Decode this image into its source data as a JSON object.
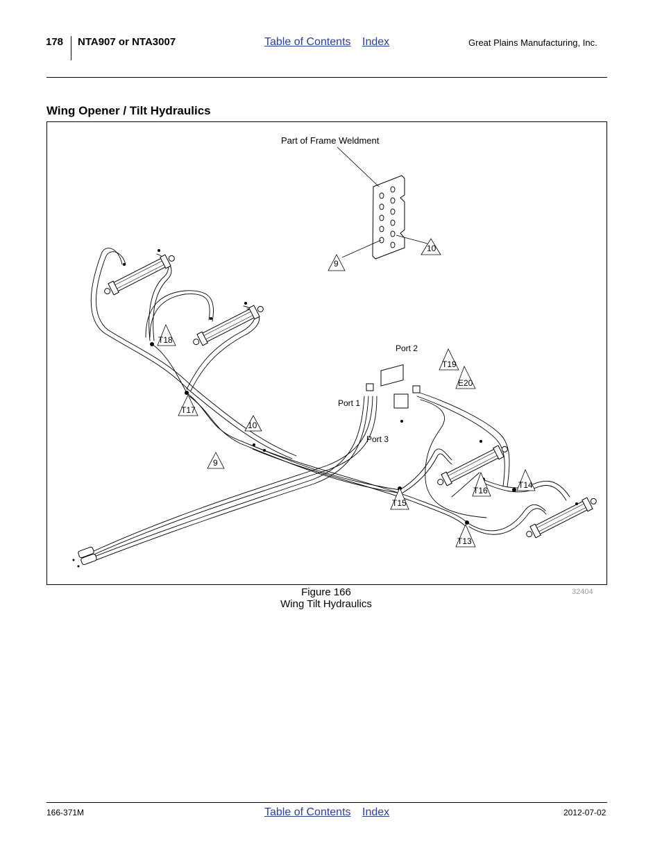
{
  "header": {
    "page_number": "178",
    "model": "NTA907 or NTA3007",
    "toc_link": "Table of Contents",
    "index_link": "Index",
    "company": "Great Plains Manufacturing, Inc."
  },
  "section": {
    "title": "Wing Opener / Tilt Hydraulics"
  },
  "figure": {
    "callouts": {
      "frame": "Part of Frame Weldment",
      "port1": "Port 1",
      "port2": "Port 2",
      "port3": "Port 3",
      "n9a": "9",
      "n10a": "10",
      "n9b": "9",
      "n10b": "10",
      "t13": "T13",
      "t14": "T14",
      "t15": "T15",
      "t16": "T16",
      "t17": "T17",
      "t18": "T18",
      "t19": "T19",
      "e20": "E20"
    },
    "number": "Figure 166",
    "caption": "Wing Tilt Hydraulics",
    "drawing_id": "32404"
  },
  "footer": {
    "doc_number": "166-371M",
    "toc_link": "Table of Contents",
    "index_link": "Index",
    "date": "2012-07-02"
  }
}
